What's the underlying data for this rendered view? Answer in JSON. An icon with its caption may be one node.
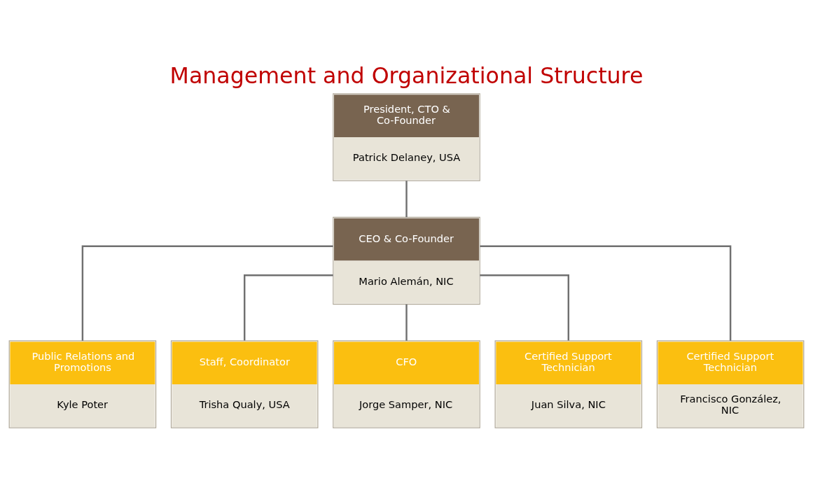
{
  "diagram": {
    "title": "Management and Organizational Structure",
    "nodes": [
      {
        "text": [
          "President, CTO & Co-Founder",
          "Patrick Delaney, USA"
        ]
      },
      {
        "text": [
          "CEO & Co-Founder",
          "Mario Alemán, NIC"
        ]
      },
      {
        "text": [
          "Public Relations and Promotions",
          "Kyle Poter"
        ]
      },
      {
        "text": [
          "Staff, Coordinator",
          "Trisha Qualy, USA"
        ]
      },
      {
        "text": [
          "CFO",
          "Jorge Samper, NIC"
        ]
      },
      {
        "text": [
          "Certified Support Technician",
          "Juan Silva, NIC"
        ]
      },
      {
        "text": [
          "Certified Support Technician",
          "Francisco González, NIC"
        ]
      }
    ],
    "edges": [
      {
        "from": 0,
        "to": 1,
        "arrow": "none"
      },
      {
        "from": 1,
        "to": 2,
        "arrow": "none"
      },
      {
        "from": 1,
        "to": 3,
        "arrow": "none"
      },
      {
        "from": 1,
        "to": 4,
        "arrow": "none"
      },
      {
        "from": 1,
        "to": 5,
        "arrow": "none"
      },
      {
        "from": 1,
        "to": 6,
        "arrow": "none"
      }
    ]
  }
}
